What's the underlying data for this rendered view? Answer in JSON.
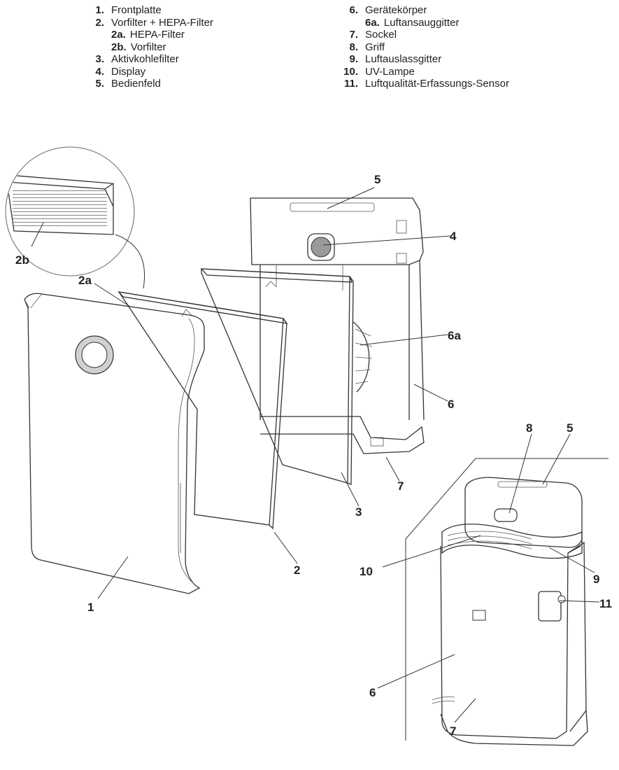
{
  "legend": {
    "left": [
      {
        "num": "1.",
        "text": "Frontplatte"
      },
      {
        "num": "2.",
        "text": "Vorfilter + HEPA-Filter"
      },
      {
        "num": "2a.",
        "text": "HEPA-Filter",
        "sub": true
      },
      {
        "num": "2b.",
        "text": "Vorfilter",
        "sub": true
      },
      {
        "num": "3.",
        "text": "Aktivkohlefilter"
      },
      {
        "num": "4.",
        "text": "Display"
      },
      {
        "num": "5.",
        "text": "Bedienfeld"
      }
    ],
    "right": [
      {
        "num": "6.",
        "text": "Gerätekörper"
      },
      {
        "num": "6a.",
        "text": "Luftansauggitter",
        "sub": true
      },
      {
        "num": "7.",
        "text": "Sockel"
      },
      {
        "num": "8.",
        "text": "Griff"
      },
      {
        "num": "9.",
        "text": "Luftauslassgitter"
      },
      {
        "num": "10.",
        "text": "UV-Lampe"
      },
      {
        "num": "11.",
        "text": "Luftqualität-Erfassungs-Sensor"
      }
    ]
  },
  "callouts": {
    "c5_top": "5",
    "c4": "4",
    "c2b": "2b",
    "c2a": "2a",
    "c6a": "6a",
    "c6_top": "6",
    "c7_top": "7",
    "c3": "3",
    "c2": "2",
    "c1": "1",
    "c8": "8",
    "c5_bottom": "5",
    "c10": "10",
    "c9": "9",
    "c11": "11",
    "c6_bottom": "6",
    "c7_bottom": "7"
  }
}
